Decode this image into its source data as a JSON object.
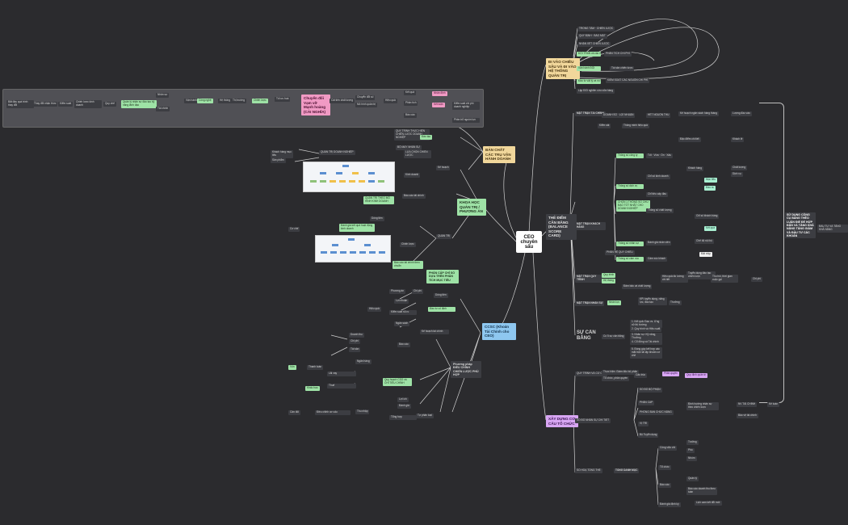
{
  "root": {
    "label": "CEO chuyên sâu"
  },
  "main_branches": {
    "top": "ĐI VÀO CHIỀU SÂU VÀ ĐI VÀO HỆ THỐNG QUẢN TRỊ",
    "left_upper": "BẢN CHẤT CÁC TRỤ VẬN HÀNH DOANH",
    "left_mid": "KHOA HỌC QUẢN TRỊ / PHƯƠNG ÁN",
    "ccsc": "CCSC (Khoản Tài Chính cho CEO)",
    "scorecard": "THẺ ĐIỂM CÂN BẰNG (BALANCE SCORE CARD)",
    "org": "XÂY DỰNG CƠ CẤU TỔ CHỨC"
  },
  "scorecard_sections": {
    "finance": "MẶT TRẬN TÀI CHÍNH",
    "customer": "MẶT TRẬN KHÁCH HÀNG",
    "process": "MẶT TRẬN QUY TRÌNH",
    "people": "MẶT TRẬN NHÂN SỰ",
    "balance": "SỰ CÂN BẰNG"
  },
  "customer_items": [
    "Thông số công ty",
    "Thông số dịch vụ",
    "CHỌN 1 THÔNG SỐ CHỦ ĐẠO TỐT NHẤT CHO DOANH NGHIỆP",
    "Thông số nhân sự",
    "Thông số cảm xúc",
    "PHẦN HỆ QUY CHIẾU"
  ],
  "balance_items": [
    "1. Kết quả: Đạo vs. Ứng xử thị trường",
    "2. Quy trình và Hiệu suất",
    "3. Nhân sự: Kỹ năng, Thưởng",
    "4. Cổ đông và Tài chính",
    "5. Đóng góp kết hợp các mặt trận tài lập khoản cơ chế"
  ],
  "right_summary": "SỬ DỤNG CÔNG CỤ BẢNG THẺO LUẬN ĐIỂ ĐỂ HỢP ĐÃN VÀ TĂNG KHẢ NĂNG TĂNG GIẢM VÀ ĐẦU TƯ CÁC KHOẢN",
  "right_note": "ĐẦU TƯ VÀ TĂNG KHẢ NĂNG",
  "pink_node": "Chuyển đổi Vạm vỡ Mạnh hoàng (CẢI NGHĨA)",
  "ccsc_items": [
    "PHÂN CẤP CHỈ SỐ DỰA TRÊN PHÂN TÍCH MỤC TIÊU",
    "Phương pháp ĐIỀU CHỈNH CHIẾN LƯỢC PHÙ HỢP",
    "Quy hoạch CSO và CHỈ TIÊU CHÍNH",
    "Tự phân loại"
  ],
  "org_items": [
    "QUY TRÌNH VÀ CƠ CẤU",
    "SỐ ĐỒ NHÂN SỰ CHI TIẾT",
    "TỔNG DANH MỤC",
    "SỐ HOẠ TỔNG THỂ"
  ],
  "colors": {
    "background": "#2b2b2e",
    "green": "#9ee2a6",
    "blue": "#8ec7f0",
    "pink": "#f09ac4",
    "purple": "#d8a6f3",
    "yellow": "#f1d79b"
  }
}
